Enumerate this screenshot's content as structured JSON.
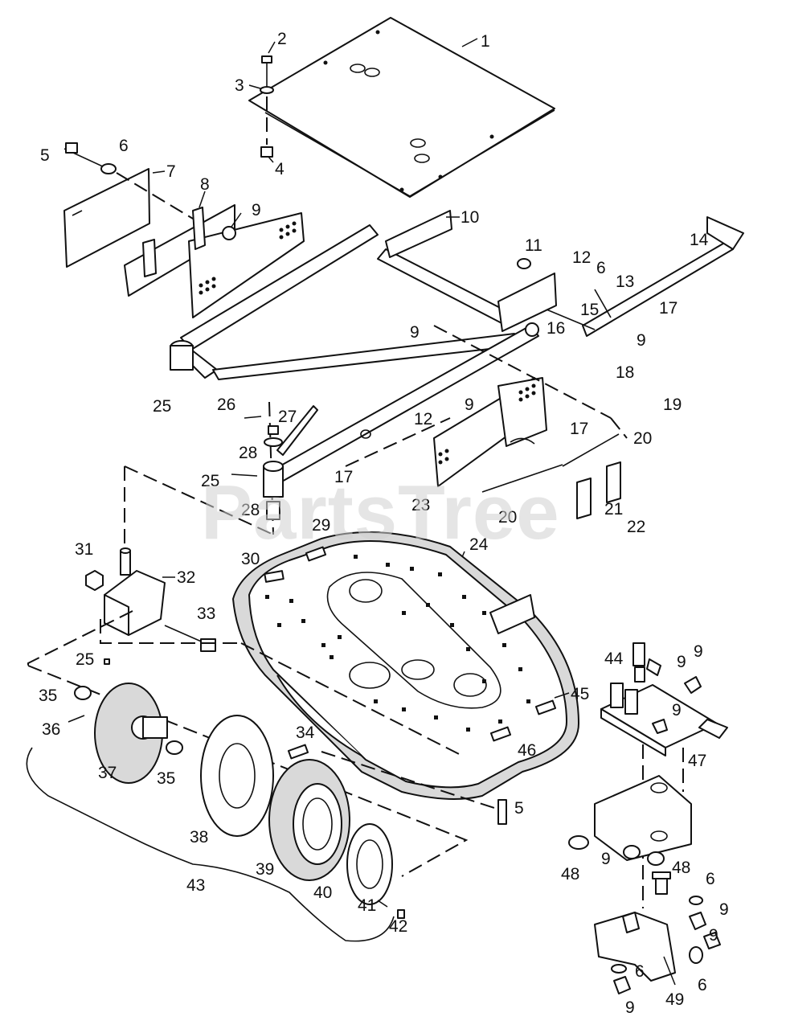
{
  "diagram": {
    "type": "exploded-parts-diagram",
    "watermark": "PartsTree",
    "callouts": [
      "1",
      "2",
      "3",
      "4",
      "5",
      "6",
      "7",
      "8",
      "9",
      "10",
      "11",
      "12",
      "6",
      "13",
      "14",
      "15",
      "16",
      "17",
      "9",
      "9",
      "18",
      "19",
      "9",
      "12",
      "26",
      "27",
      "25",
      "28",
      "20",
      "17",
      "17",
      "23",
      "20",
      "21",
      "22",
      "25",
      "28",
      "29",
      "24",
      "31",
      "32",
      "30",
      "33",
      "25",
      "35",
      "36",
      "37",
      "35",
      "34",
      "38",
      "39",
      "40",
      "41",
      "42",
      "43",
      "45",
      "46",
      "5",
      "44",
      "9",
      "9",
      "9",
      "47",
      "48",
      "9",
      "48",
      "6",
      "9",
      "9",
      "6",
      "6",
      "9",
      "49"
    ]
  }
}
